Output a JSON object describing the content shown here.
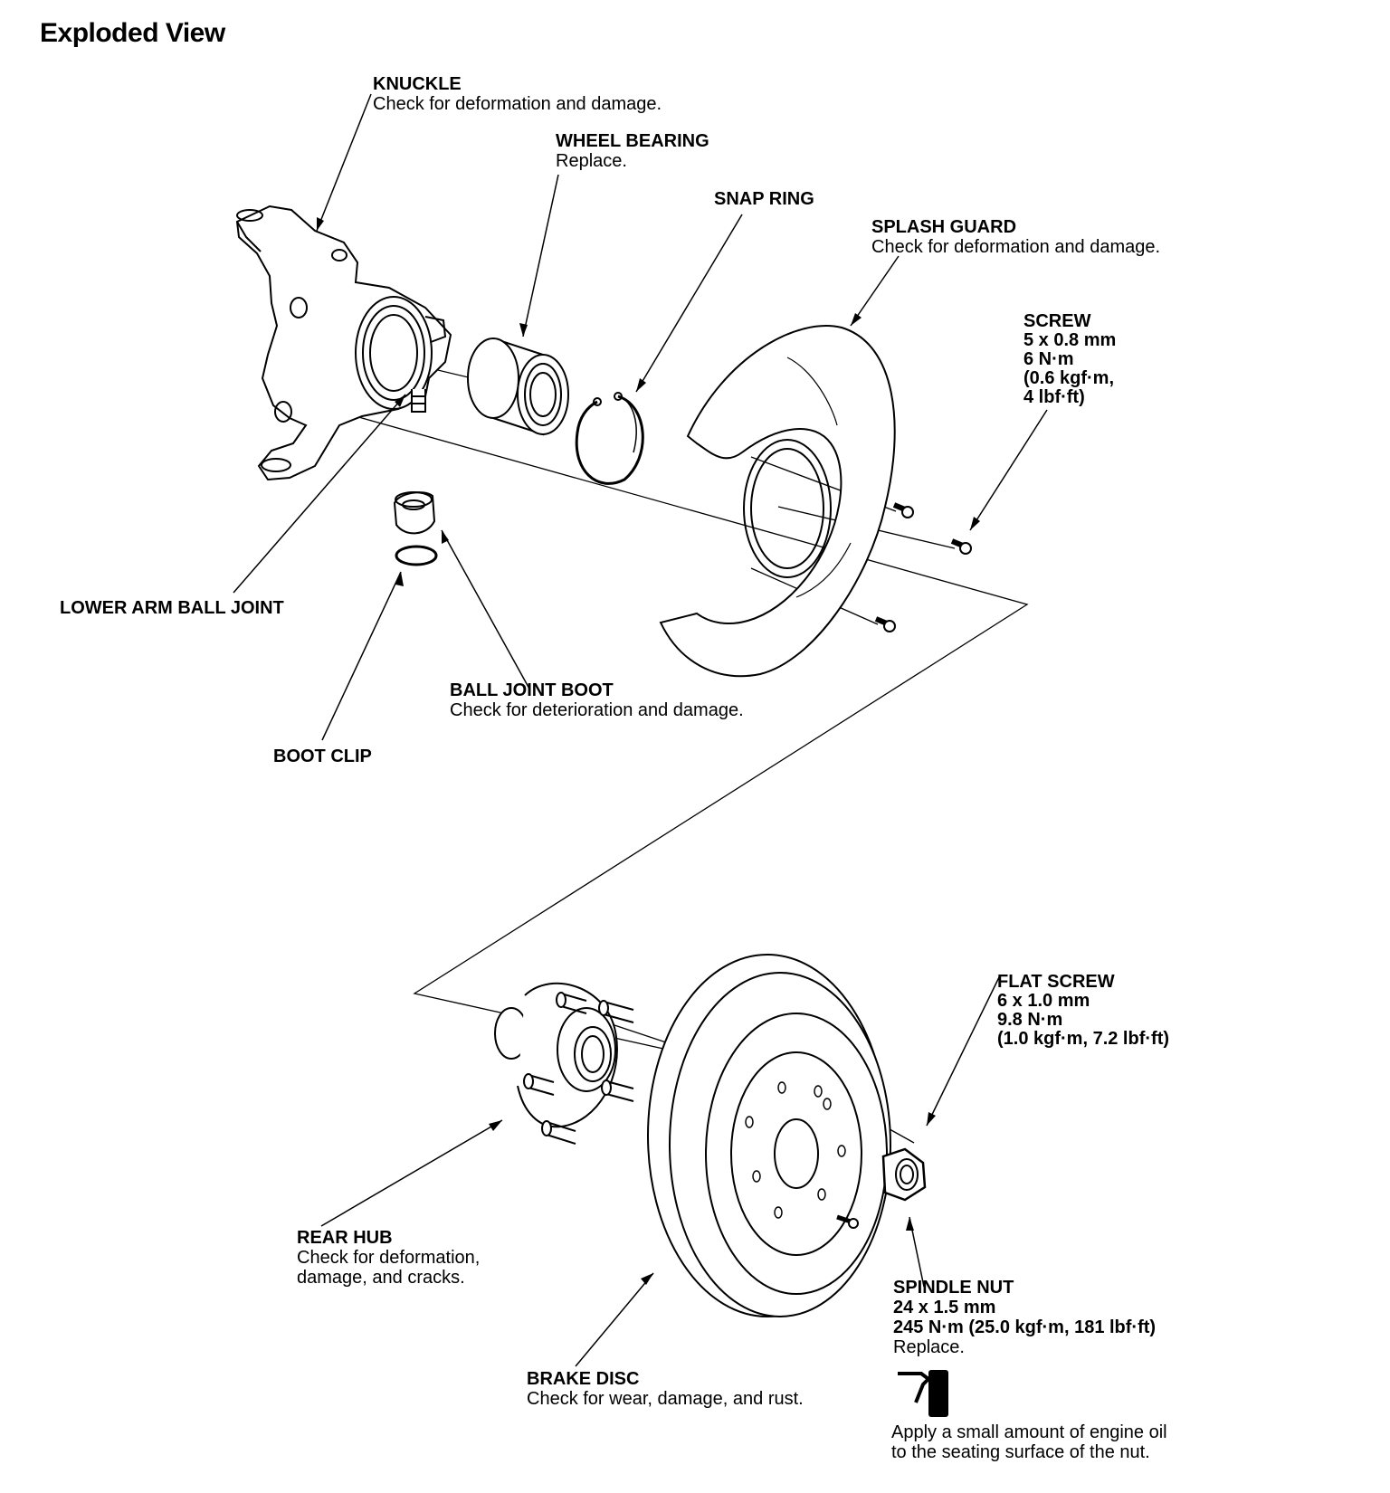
{
  "title": "Exploded View",
  "labels": {
    "knuckle": {
      "name": "KNUCKLE",
      "desc": "Check for deformation and damage."
    },
    "wheel_bearing": {
      "name": "WHEEL BEARING",
      "desc": "Replace."
    },
    "snap_ring": {
      "name": "SNAP RING"
    },
    "splash_guard": {
      "name": "SPLASH GUARD",
      "desc": "Check for deformation and damage."
    },
    "screw": {
      "name": "SCREW",
      "spec1": "5 x 0.8 mm",
      "spec2": "6 N·m",
      "spec3": "(0.6 kgf·m,",
      "spec4": "4 lbf·ft)"
    },
    "lower_arm_ball_joint": {
      "name": "LOWER ARM BALL JOINT"
    },
    "ball_joint_boot": {
      "name": "BALL JOINT BOOT",
      "desc": "Check for deterioration and damage."
    },
    "boot_clip": {
      "name": "BOOT CLIP"
    },
    "flat_screw": {
      "name": "FLAT SCREW",
      "spec1": "6 x 1.0 mm",
      "spec2": "9.8 N·m",
      "spec3": "(1.0 kgf·m, 7.2 lbf·ft)"
    },
    "rear_hub": {
      "name": "REAR HUB",
      "desc1": "Check for deformation,",
      "desc2": "damage, and cracks."
    },
    "spindle_nut": {
      "name": "SPINDLE NUT",
      "spec1": "24 x 1.5 mm",
      "spec2": "245 N·m (25.0 kgf·m, 181 lbf·ft)",
      "desc": "Replace."
    },
    "brake_disc": {
      "name": "BRAKE DISC",
      "desc": "Check for wear, damage, and rust."
    },
    "oil_note": {
      "icon_text": "OIL",
      "line1": "Apply a small amount of engine oil",
      "line2": "to the seating surface of the nut."
    }
  }
}
